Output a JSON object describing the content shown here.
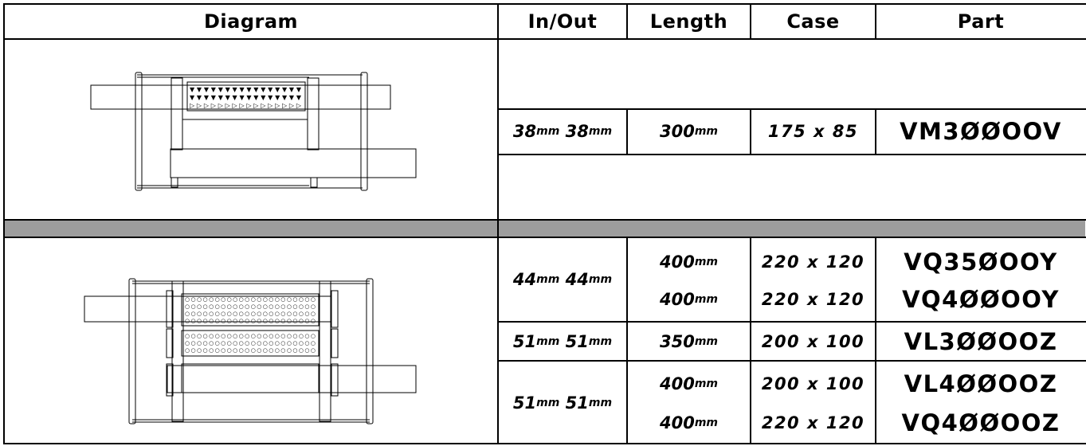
{
  "headers": {
    "diagram": "Diagram",
    "in_out": "In/Out",
    "length": "Length",
    "case": "Case",
    "part": "Part"
  },
  "group1": {
    "row": {
      "in_num": "38",
      "in_unit": "mm",
      "out_num": "38",
      "out_unit": "mm",
      "len_num": "300",
      "len_unit": "mm",
      "case": "175 x 85",
      "part": "VM3ØØOOV"
    }
  },
  "group2": {
    "io_a": {
      "in_num": "44",
      "in_unit": "mm",
      "out_num": "44",
      "out_unit": "mm"
    },
    "io_b": {
      "in_num": "51",
      "in_unit": "mm",
      "out_num": "51",
      "out_unit": "mm"
    },
    "io_c": {
      "in_num": "51",
      "in_unit": "mm",
      "out_num": "51",
      "out_unit": "mm"
    },
    "rows": [
      {
        "len_num": "400",
        "len_unit": "mm",
        "case": "220 x 120",
        "part": "VQ35ØOOY"
      },
      {
        "len_num": "400",
        "len_unit": "mm",
        "case": "220 x 120",
        "part": "VQ4ØØOOY"
      },
      {
        "len_num": "350",
        "len_unit": "mm",
        "case": "200 x 100",
        "part": "VL3ØØOOZ"
      },
      {
        "len_num": "400",
        "len_unit": "mm",
        "case": "200 x 100",
        "part": "VL4ØØOOZ"
      },
      {
        "len_num": "400",
        "len_unit": "mm",
        "case": "220 x 120",
        "part": "VQ4ØØOOZ"
      }
    ]
  }
}
